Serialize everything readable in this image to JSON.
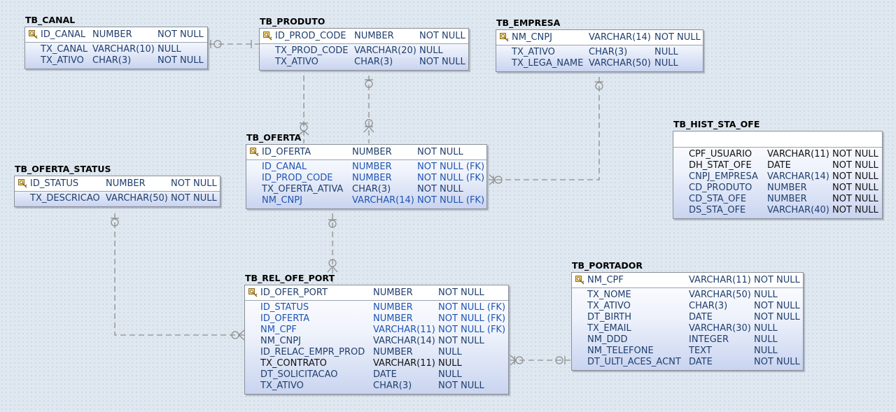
{
  "tables": {
    "tb_canal": {
      "name": "TB_CANAL",
      "pk": {
        "name": "ID_CANAL",
        "type": "NUMBER",
        "null": "NOT NULL"
      },
      "columns": [
        {
          "name": "TX_CANAL",
          "type": "VARCHAR(10)",
          "null": "NULL"
        },
        {
          "name": "TX_ATIVO",
          "type": "CHAR(3)",
          "null": "NOT NULL"
        }
      ]
    },
    "tb_produto": {
      "name": "TB_PRODUTO",
      "pk": {
        "name": "ID_PROD_CODE",
        "type": "NUMBER",
        "null": "NOT NULL"
      },
      "columns": [
        {
          "name": "TX_PROD_CODE",
          "type": "VARCHAR(20)",
          "null": "NULL"
        },
        {
          "name": "TX_ATIVO",
          "type": "CHAR(3)",
          "null": "NOT NULL"
        }
      ]
    },
    "tb_empresa": {
      "name": "TB_EMPRESA",
      "pk": {
        "name": "NM_CNPJ",
        "type": "VARCHAR(14)",
        "null": "NOT NULL"
      },
      "columns": [
        {
          "name": "TX_ATIVO",
          "type": "CHAR(3)",
          "null": "NULL"
        },
        {
          "name": "TX_LEGA_NAME",
          "type": "VARCHAR(50)",
          "null": "NULL"
        }
      ]
    },
    "tb_oferta": {
      "name": "TB_OFERTA",
      "pk": {
        "name": "ID_OFERTA",
        "type": "NUMBER",
        "null": "NOT NULL"
      },
      "columns": [
        {
          "name": "ID_CANAL",
          "type": "NUMBER",
          "null": "NOT NULL (FK)"
        },
        {
          "name": "ID_PROD_CODE",
          "type": "NUMBER",
          "null": "NOT NULL (FK)"
        },
        {
          "name": "TX_OFERTA_ATIVA",
          "type": "CHAR(3)",
          "null": "NOT NULL"
        },
        {
          "name": "NM_CNPJ",
          "type": "VARCHAR(14)",
          "null": "NOT NULL (FK)"
        }
      ]
    },
    "tb_oferta_status": {
      "name": "TB_OFERTA_STATUS",
      "pk": {
        "name": "ID_STATUS",
        "type": "NUMBER",
        "null": "NOT NULL"
      },
      "columns": [
        {
          "name": "TX_DESCRICAO",
          "type": "VARCHAR(50)",
          "null": "NOT NULL"
        }
      ]
    },
    "tb_hist_sta_ofe": {
      "name": "TB_HIST_STA_OFE",
      "columns": [
        {
          "name": "CPF_USUARIO",
          "type": "VARCHAR(11)",
          "null": "NOT NULL"
        },
        {
          "name": "DH_STAT_OFE",
          "type": "DATE",
          "null": "NOT NULL"
        },
        {
          "name": "CNPJ_EMPRESA",
          "type": "VARCHAR(14)",
          "null": "NOT NULL"
        },
        {
          "name": "CD_PRODUTO",
          "type": "NUMBER",
          "null": "NOT NULL"
        },
        {
          "name": "CD_STA_OFE",
          "type": "NUMBER",
          "null": "NOT NULL"
        },
        {
          "name": "DS_STA_OFE",
          "type": "VARCHAR(40)",
          "null": "NOT NULL"
        }
      ]
    },
    "tb_rel_ofe_port": {
      "name": "TB_REL_OFE_PORT",
      "pk": {
        "name": "ID_OFER_PORT",
        "type": "NUMBER",
        "null": "NOT NULL"
      },
      "columns": [
        {
          "name": "ID_STATUS",
          "type": "NUMBER",
          "null": "NOT NULL (FK)"
        },
        {
          "name": "ID_OFERTA",
          "type": "NUMBER",
          "null": "NOT NULL (FK)"
        },
        {
          "name": "NM_CPF",
          "type": "VARCHAR(11)",
          "null": "NOT NULL (FK)"
        },
        {
          "name": "NM_CNPJ",
          "type": "VARCHAR(14)",
          "null": "NOT NULL"
        },
        {
          "name": "ID_RELAC_EMPR_PROD",
          "type": "NUMBER",
          "null": "NULL"
        },
        {
          "name": "TX_CONTRATO",
          "type": "VARCHAR(11)",
          "null": "NULL"
        },
        {
          "name": "DT_SOLICITACAO",
          "type": "DATE",
          "null": "NULL"
        },
        {
          "name": "TX_ATIVO",
          "type": "CHAR(3)",
          "null": "NOT NULL"
        }
      ]
    },
    "tb_portador": {
      "name": "TB_PORTADOR",
      "pk": {
        "name": "NM_CPF",
        "type": "VARCHAR(11)",
        "null": "NOT NULL"
      },
      "columns": [
        {
          "name": "TX_NOME",
          "type": "VARCHAR(50)",
          "null": "NULL"
        },
        {
          "name": "TX_ATIVO",
          "type": "CHAR(3)",
          "null": "NOT NULL"
        },
        {
          "name": "DT_BIRTH",
          "type": "DATE",
          "null": "NOT NULL"
        },
        {
          "name": "TX_EMAIL",
          "type": "VARCHAR(30)",
          "null": "NULL"
        },
        {
          "name": "NM_DDD",
          "type": "INTEGER",
          "null": "NULL"
        },
        {
          "name": "NM_TELEFONE",
          "type": "TEXT",
          "null": "NULL"
        },
        {
          "name": "DT_ULTI_ACES_ACNT",
          "type": "DATE",
          "null": "NOT NULL"
        }
      ]
    }
  },
  "colors": {
    "fk_text": "#1f54b3",
    "text": "#1f3e6e",
    "connector": "#8e8e8e",
    "background": "#dfe8f0"
  },
  "icons": {
    "primary_key": "key-icon"
  }
}
